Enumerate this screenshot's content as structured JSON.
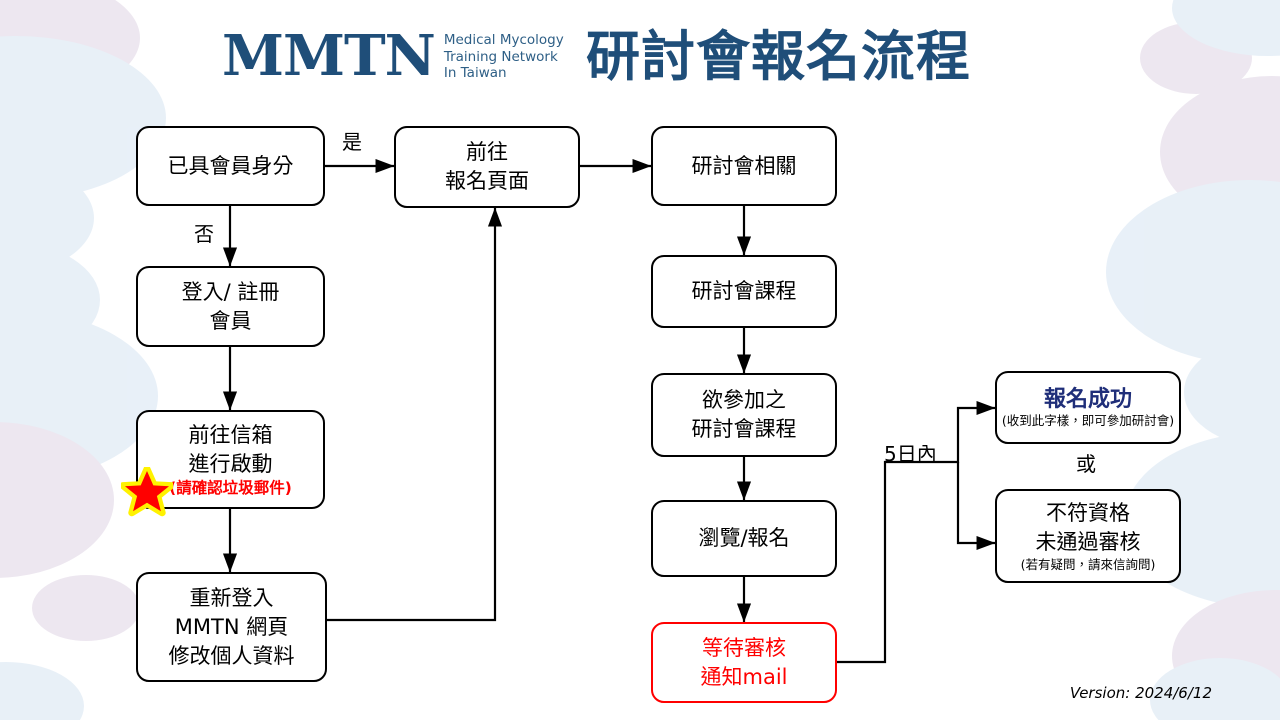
{
  "header": {
    "logo_mark": "MMTN",
    "logo_sub_line1": "Medical Mycology",
    "logo_sub_line2": "Training Network",
    "logo_sub_line3": "In Taiwan",
    "title": "研討會報名流程",
    "brand_color": "#1F4E79"
  },
  "footer": {
    "version": "Version: 2024/6/12"
  },
  "colors": {
    "brand_navy": "#1F4E79",
    "success_blue": "#1F2E79",
    "alert_red": "#FF0000",
    "node_border": "#000000",
    "star_fill": "#FF0000",
    "star_glow": "#FFF200",
    "decor_blue": "#D6E4F2",
    "decor_lavender": "#DFD4E4"
  },
  "nodes": [
    {
      "id": "is-member",
      "name": "已具會員身分",
      "line1": "已具會員身分",
      "line2": "",
      "line3": "",
      "note": "",
      "style": "plain"
    },
    {
      "id": "register",
      "name": "登入/註冊會員",
      "line1": "登入/ 註冊",
      "line2": "會員",
      "line3": "",
      "note": "",
      "style": "plain"
    },
    {
      "id": "activate-mail",
      "name": "前往信箱進行啟動",
      "line1": "前往信箱",
      "line2": "進行啟動",
      "line3": "",
      "note": "(請確認垃圾郵件)",
      "style": "note-red"
    },
    {
      "id": "relogin-edit",
      "name": "重新登入修改個人資料",
      "line1": "重新登入",
      "line2": "MMTN 網頁",
      "line3": "修改個人資料",
      "note": "",
      "style": "plain"
    },
    {
      "id": "go-signup-page",
      "name": "前往報名頁面",
      "line1": "前往",
      "line2": "報名頁面",
      "line3": "",
      "note": "",
      "style": "plain"
    },
    {
      "id": "seminar-info",
      "name": "研討會相關",
      "line1": "研討會相關",
      "line2": "",
      "line3": "",
      "note": "",
      "style": "plain"
    },
    {
      "id": "seminar-course",
      "name": "研討會課程",
      "line1": "研討會課程",
      "line2": "",
      "line3": "",
      "note": "",
      "style": "plain"
    },
    {
      "id": "wanted-course",
      "name": "欲參加之研討會課程",
      "line1": "欲參加之",
      "line2": "研討會課程",
      "line3": "",
      "note": "",
      "style": "plain"
    },
    {
      "id": "browse-signup",
      "name": "瀏覽/報名",
      "line1": "瀏覽/報名",
      "line2": "",
      "line3": "",
      "note": "",
      "style": "plain"
    },
    {
      "id": "await-review",
      "name": "等待審核通知mail",
      "line1": "等待審核",
      "line2": "通知mail",
      "line3": "",
      "note": "",
      "style": "red"
    },
    {
      "id": "success",
      "name": "報名成功",
      "line1": "報名成功",
      "line2": "",
      "line3": "",
      "note": "(收到此字樣，即可參加研討會)",
      "style": "success"
    },
    {
      "id": "rejected",
      "name": "不符資格未通過審核",
      "line1": "不符資格",
      "line2": "未通過審核",
      "line3": "",
      "note": "(若有疑問，請來信詢問)",
      "style": "note-small"
    }
  ],
  "edge_labels": {
    "yes": "是",
    "no": "否",
    "within_5_days": "5日內",
    "or": "或"
  }
}
